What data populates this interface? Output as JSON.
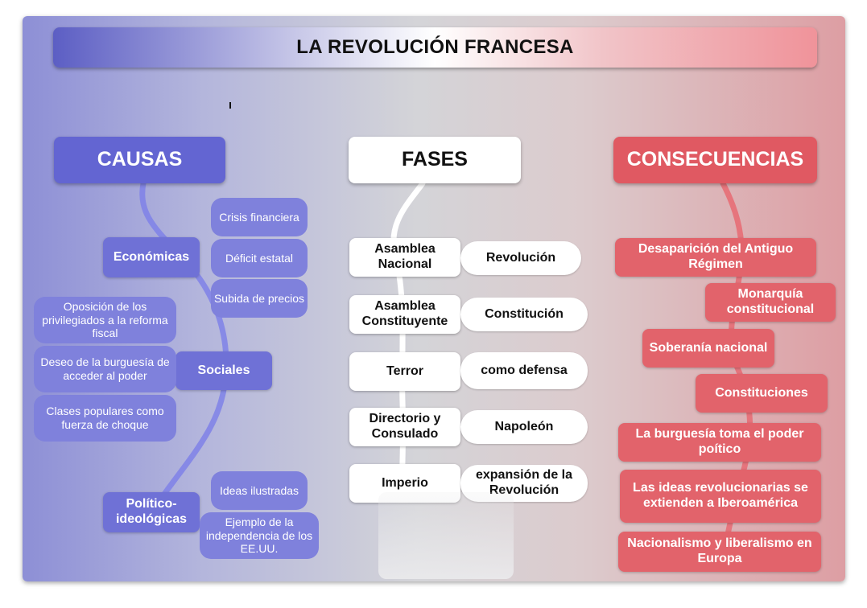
{
  "title": "LA REVOLUCIÓN FRANCESA",
  "causas": {
    "header": "CAUSAS",
    "economicas": {
      "label": "Económicas",
      "items": [
        "Crisis financiera",
        "Déficit estatal",
        "Subida de precios"
      ]
    },
    "sociales": {
      "label": "Sociales",
      "items": [
        "Oposición de los privilegiados a la reforma fiscal",
        "Deseo de la burguesía de acceder al poder",
        "Clases populares como fuerza de choque"
      ]
    },
    "politico": {
      "label": "Político-ideológicas",
      "items": [
        "Ideas ilustradas",
        "Ejemplo de la independencia de los EE.UU."
      ]
    }
  },
  "fases": {
    "header": "FASES",
    "items": [
      {
        "phase": "Asamblea Nacional",
        "note": "Revolución"
      },
      {
        "phase": "Asamblea Constituyente",
        "note": "Constitución"
      },
      {
        "phase": "Terror",
        "note": "como defensa"
      },
      {
        "phase": "Directorio y Consulado",
        "note": "Napoleón"
      },
      {
        "phase": "Imperio",
        "note": "expansión de la Revolución"
      }
    ]
  },
  "consecuencias": {
    "header": "CONSECUENCIAS",
    "items": [
      "Desaparición del Antiguo Régimen",
      "Monarquía constitucional",
      "Soberanía nacional",
      "Constituciones",
      "La burguesía toma el poder poítico",
      "Las ideas revolucionarias se extienden a Iberoamérica",
      "Nacionalismo y liberalismo en Europa"
    ]
  },
  "colors": {
    "blue": "#6365d2",
    "red": "#e05962",
    "white": "#ffffff"
  }
}
